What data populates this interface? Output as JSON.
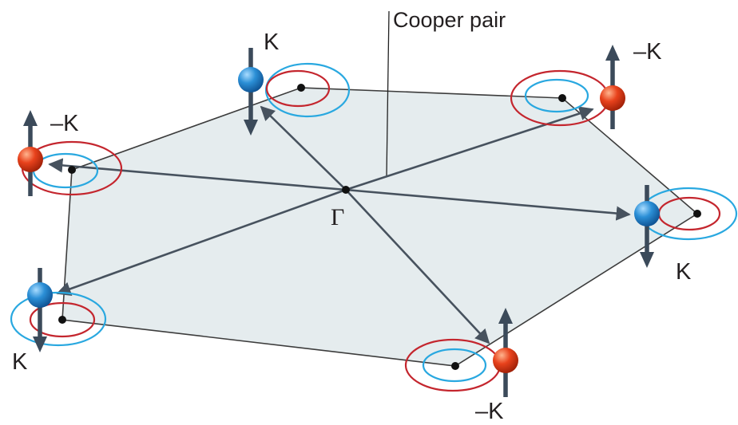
{
  "diagram": {
    "callout_label": "Cooper pair",
    "center_label": "Γ",
    "valleys": [
      {
        "label": "K",
        "spin": "down",
        "electron_color": "blue"
      },
      {
        "label": "–K",
        "spin": "up",
        "electron_color": "red"
      },
      {
        "label": "K",
        "spin": "down",
        "electron_color": "blue"
      },
      {
        "label": "–K",
        "spin": "up",
        "electron_color": "red"
      },
      {
        "label": "K",
        "spin": "down",
        "electron_color": "blue"
      },
      {
        "label": "–K",
        "spin": "up",
        "electron_color": "red"
      }
    ],
    "colors": {
      "zone_fill": "#e5ecee",
      "zone_edge": "#3c3c3c",
      "arrow": "#47525e",
      "ring_red": "#c4262e",
      "ring_blue": "#29a8e0",
      "electron_blue": "#2b8fd6",
      "electron_red": "#e8421c",
      "spin_arrow": "#3b4a5a",
      "dot": "#111111"
    }
  }
}
